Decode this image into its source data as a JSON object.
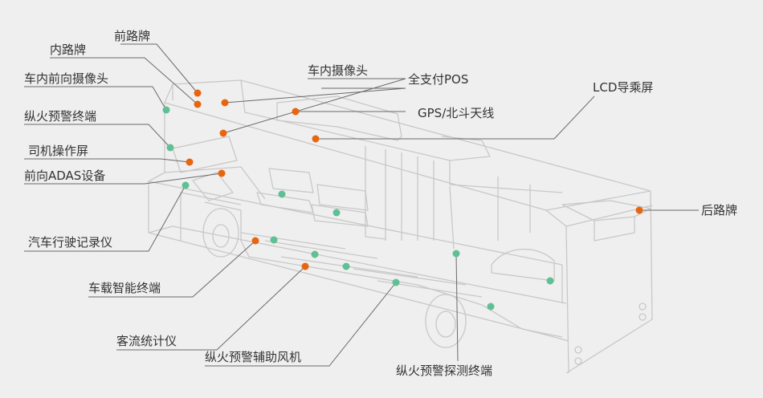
{
  "colors": {
    "background": "#efefef",
    "outline": "#c8c8c8",
    "leader": "#6a6a6a",
    "label_text": "#333333",
    "dot_orange": "#e8650f",
    "dot_teal": "#5fbf95"
  },
  "labels": {
    "front_plate": "前路牌",
    "inner_plate": "内路牌",
    "front_cabin_camera": "车内前向摄像头",
    "fire_alarm_terminal": "纵火预警终端",
    "driver_screen": "司机操作屏",
    "front_adas": "前向ADAS设备",
    "vehicle_recorder": "汽车行驶记录仪",
    "smart_terminal": "车载智能终端",
    "passenger_counter": "客流统计仪",
    "fire_alarm_fan": "纵火预警辅助风机",
    "fire_alarm_detector": "纵火预警探测终端",
    "cabin_camera": "车内摄像头",
    "pos": "全支付POS",
    "gps": "GPS/北斗天线",
    "lcd": "LCD导乘屏",
    "rear_plate": "后路牌"
  }
}
